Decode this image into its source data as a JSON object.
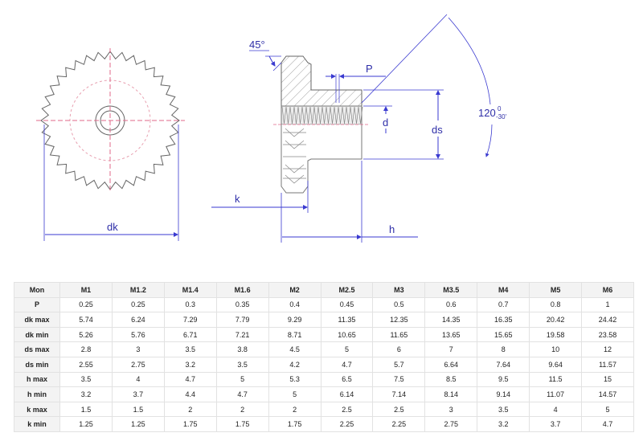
{
  "drawing": {
    "labels": {
      "angle45": "45°",
      "pitch": "P",
      "d": "d",
      "ds": "ds",
      "angle120": "120",
      "angle120_tol_upper": "0",
      "angle120_tol_lower": "-30'",
      "k": "k",
      "h": "h",
      "dk": "dk"
    },
    "colors": {
      "dimension": "#3a3ad0",
      "outline": "#666666",
      "center": "#e06a8a"
    }
  },
  "table": {
    "headers": [
      "Mon",
      "M1",
      "M1.2",
      "M1.4",
      "M1.6",
      "M2",
      "M2.5",
      "M3",
      "M3.5",
      "M4",
      "M5",
      "M6"
    ],
    "rows": [
      [
        "P",
        "0.25",
        "0.25",
        "0.3",
        "0.35",
        "0.4",
        "0.45",
        "0.5",
        "0.6",
        "0.7",
        "0.8",
        "1"
      ],
      [
        "dk max",
        "5.74",
        "6.24",
        "7.29",
        "7.79",
        "9.29",
        "11.35",
        "12.35",
        "14.35",
        "16.35",
        "20.42",
        "24.42"
      ],
      [
        "dk min",
        "5.26",
        "5.76",
        "6.71",
        "7.21",
        "8.71",
        "10.65",
        "11.65",
        "13.65",
        "15.65",
        "19.58",
        "23.58"
      ],
      [
        "ds max",
        "2.8",
        "3",
        "3.5",
        "3.8",
        "4.5",
        "5",
        "6",
        "7",
        "8",
        "10",
        "12"
      ],
      [
        "ds min",
        "2.55",
        "2.75",
        "3.2",
        "3.5",
        "4.2",
        "4.7",
        "5.7",
        "6.64",
        "7.64",
        "9.64",
        "11.57"
      ],
      [
        "h max",
        "3.5",
        "4",
        "4.7",
        "5",
        "5.3",
        "6.5",
        "7.5",
        "8.5",
        "9.5",
        "11.5",
        "15"
      ],
      [
        "h min",
        "3.2",
        "3.7",
        "4.4",
        "4.7",
        "5",
        "6.14",
        "7.14",
        "8.14",
        "9.14",
        "11.07",
        "14.57"
      ],
      [
        "k max",
        "1.5",
        "1.5",
        "2",
        "2",
        "2",
        "2.5",
        "2.5",
        "3",
        "3.5",
        "4",
        "5"
      ],
      [
        "k min",
        "1.25",
        "1.25",
        "1.75",
        "1.75",
        "1.75",
        "2.25",
        "2.25",
        "2.75",
        "3.2",
        "3.7",
        "4.7"
      ]
    ]
  }
}
